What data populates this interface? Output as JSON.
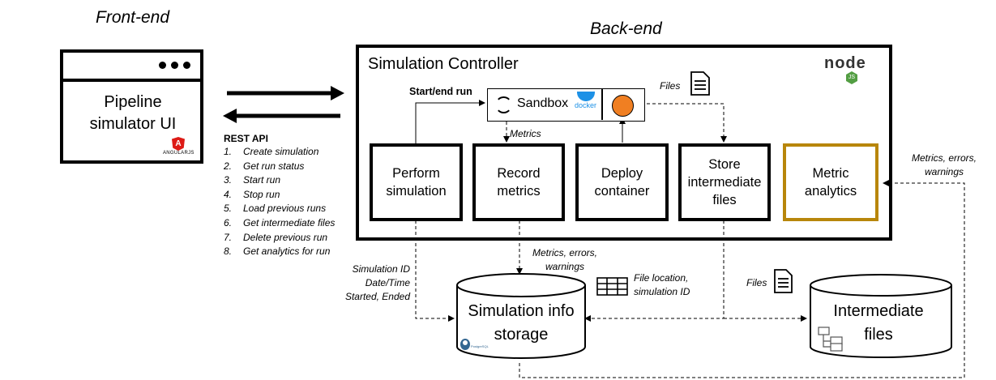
{
  "front_end": {
    "heading": "Front-end",
    "ui_label": "Pipeline simulator UI",
    "angular_logo": "ANGULARJS"
  },
  "back_end": {
    "heading": "Back-end",
    "controller_title": "Simulation Controller",
    "node_logo": "node",
    "sandbox_label": "Sandbox",
    "docker_logo": "docker",
    "start_end_run": "Start/end run",
    "files_label": "Files",
    "metrics_label": "Metrics",
    "modules": {
      "perform": "Perform simulation",
      "record": "Record metrics",
      "deploy": "Deploy container",
      "store": "Store intermediate files",
      "analytics": "Metric analytics"
    }
  },
  "rest_api": {
    "title": "REST API",
    "items": [
      {
        "num": "1.",
        "text": "Create simulation"
      },
      {
        "num": "2.",
        "text": "Get run status"
      },
      {
        "num": "3.",
        "text": "Start run"
      },
      {
        "num": "4.",
        "text": "Stop run"
      },
      {
        "num": "5.",
        "text": "Load previous runs"
      },
      {
        "num": "6.",
        "text": "Get intermediate files"
      },
      {
        "num": "7.",
        "text": "Delete previous run"
      },
      {
        "num": "8.",
        "text": "Get analytics for run"
      }
    ]
  },
  "storage": {
    "simulation_label": "Simulation info storage",
    "intermediate_label": "Intermediate files",
    "postgres_logo": "PostgreSQL"
  },
  "annotations": {
    "sim_id": "Simulation ID\nDate/Time\nStarted, Ended",
    "metrics_errors_bottom": "Metrics, errors,\nwarnings",
    "file_location": "File location,\nsimulation ID",
    "files_bottom": "Files",
    "metrics_errors_right": "Metrics, errors,\nwarnings"
  },
  "colors": {
    "analytics_border": "#b8860b",
    "deploy_circle": "#f07f22",
    "docker_blue": "#1d91e6",
    "angular_red": "#dd1b16",
    "node_green": "#539e43"
  }
}
